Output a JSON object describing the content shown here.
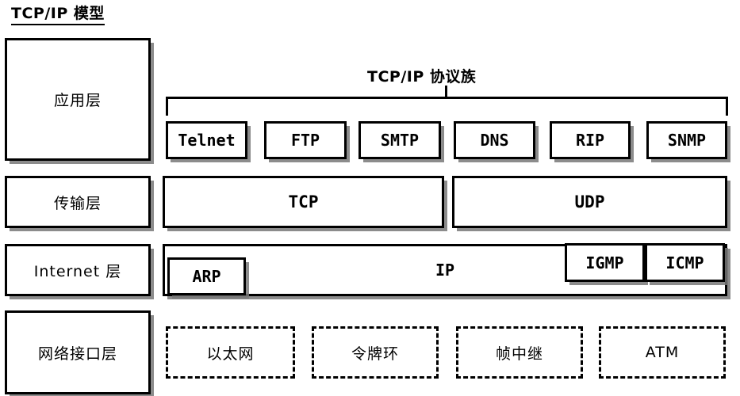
{
  "diagram": {
    "title": "TCP/IP 模型",
    "suite_caption": "TCP/IP 协议族",
    "accent_color": "#000000",
    "background_color": "#ffffff",
    "shadow_color": "#787878"
  },
  "layers": [
    {
      "id": "application",
      "label": "应用层"
    },
    {
      "id": "transport",
      "label": "传输层"
    },
    {
      "id": "internet",
      "label": "Internet 层"
    },
    {
      "id": "network_interface",
      "label": "网络接口层"
    }
  ],
  "application_protocols": [
    {
      "label": "Telnet"
    },
    {
      "label": "FTP"
    },
    {
      "label": "SMTP"
    },
    {
      "label": "DNS"
    },
    {
      "label": "RIP"
    },
    {
      "label": "SNMP"
    }
  ],
  "transport_protocols": [
    {
      "label": "TCP"
    },
    {
      "label": "UDP"
    }
  ],
  "internet_protocols": {
    "main": "IP",
    "left": "ARP",
    "right": [
      {
        "label": "IGMP"
      },
      {
        "label": "ICMP"
      }
    ]
  },
  "network_interface_technologies": [
    {
      "label": "以太网"
    },
    {
      "label": "令牌环"
    },
    {
      "label": "帧中继"
    },
    {
      "label": "ATM"
    }
  ]
}
